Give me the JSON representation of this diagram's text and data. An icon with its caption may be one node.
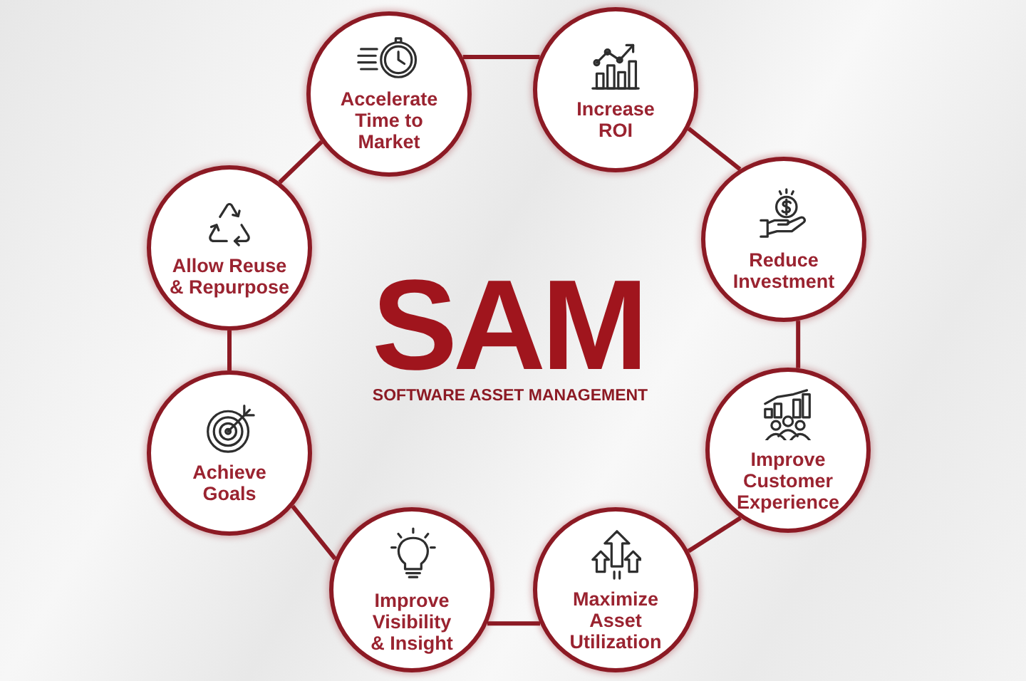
{
  "diagram": {
    "title": "SAM",
    "nodes": [
      {
        "text": [
          "Accelerate Time to Market"
        ]
      },
      {
        "text": [
          "Increase ROI"
        ]
      },
      {
        "text": [
          "Reduce Investment"
        ]
      },
      {
        "text": [
          "Improve Customer Experience"
        ]
      },
      {
        "text": [
          "Maximize Asset Utilization"
        ]
      },
      {
        "text": [
          "Improve Visibility & Insight"
        ]
      },
      {
        "text": [
          "Achieve Goals"
        ]
      },
      {
        "text": [
          "Allow Reuse & Repurpose"
        ]
      }
    ],
    "edges": [
      {
        "from": 0,
        "to": 1,
        "arrow": "none"
      },
      {
        "from": 1,
        "to": 2,
        "arrow": "none"
      },
      {
        "from": 2,
        "to": 3,
        "arrow": "none"
      },
      {
        "from": 3,
        "to": 4,
        "arrow": "none"
      },
      {
        "from": 4,
        "to": 5,
        "arrow": "none"
      },
      {
        "from": 5,
        "to": 6,
        "arrow": "none"
      },
      {
        "from": 6,
        "to": 7,
        "arrow": "none"
      },
      {
        "from": 7,
        "to": 0,
        "arrow": "none"
      }
    ],
    "labels": [
      "SOFTWARE ASSET MANAGEMENT"
    ]
  }
}
